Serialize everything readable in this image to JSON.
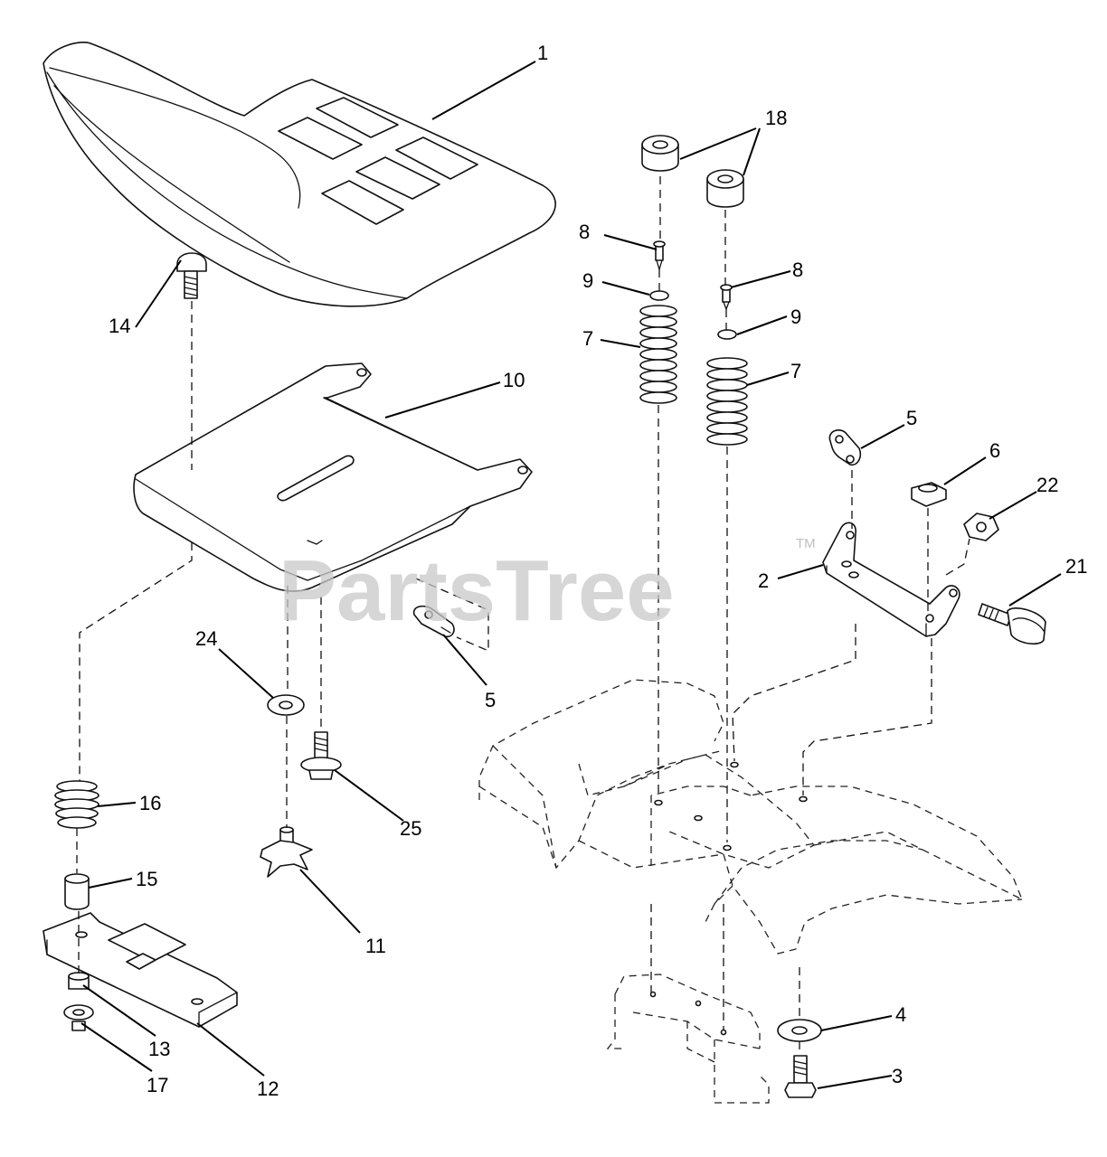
{
  "watermark": {
    "text": "PartsTree",
    "trademark": "TM"
  },
  "callouts": {
    "c1": "1",
    "c2": "2",
    "c3": "3",
    "c4": "4",
    "c5a": "5",
    "c5b": "5",
    "c6": "6",
    "c7a": "7",
    "c7b": "7",
    "c8a": "8",
    "c8b": "8",
    "c9a": "9",
    "c9b": "9",
    "c10": "10",
    "c11": "11",
    "c12": "12",
    "c13": "13",
    "c14": "14",
    "c15": "15",
    "c16": "16",
    "c17": "17",
    "c18": "18",
    "c21": "21",
    "c22": "22",
    "c24": "24",
    "c25": "25"
  }
}
